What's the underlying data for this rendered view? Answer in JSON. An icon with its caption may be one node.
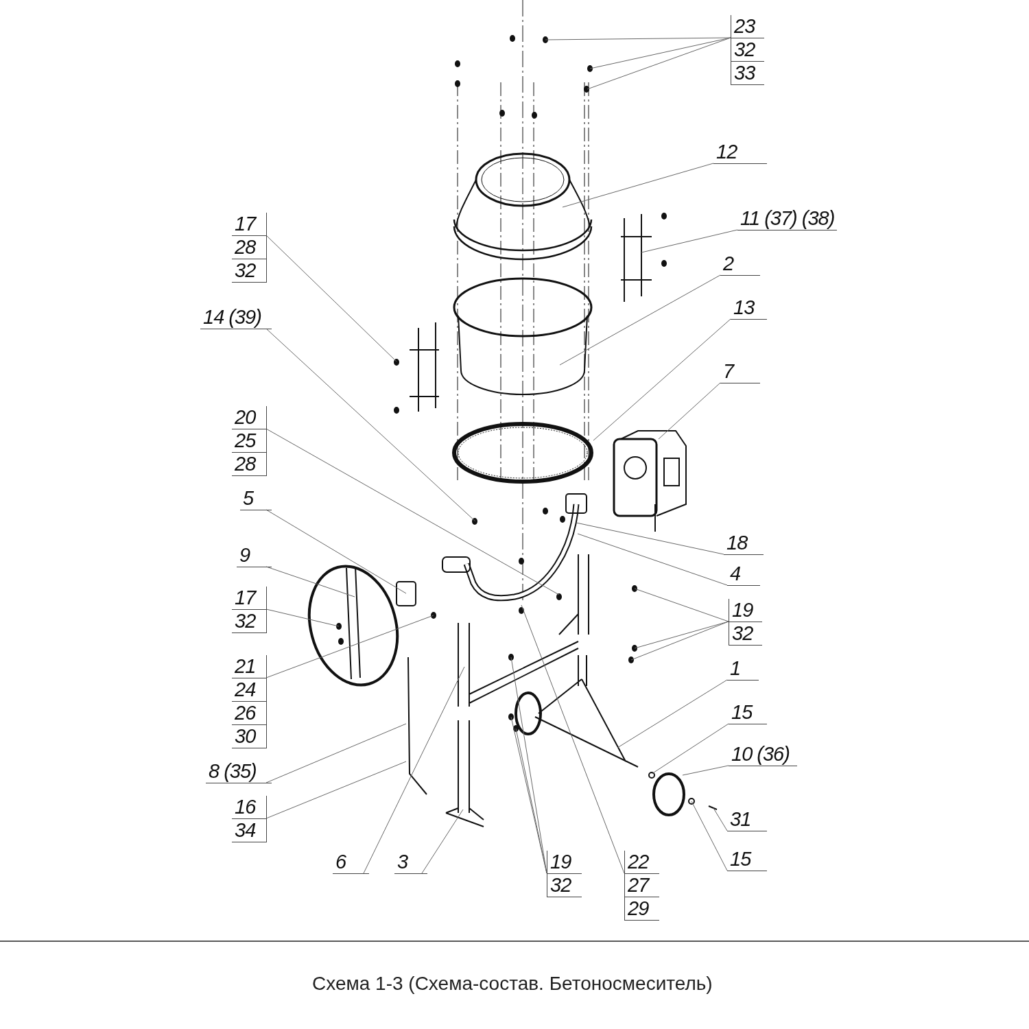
{
  "diagram": {
    "caption": "Схема 1-3 (Схема-состав. Бетоносмеситель)",
    "nodes": [
      {
        "text": [
          "23",
          "32",
          "33"
        ]
      },
      {
        "text": [
          "12"
        ]
      },
      {
        "text": [
          "11 (37) (38)"
        ]
      },
      {
        "text": [
          "2"
        ]
      },
      {
        "text": [
          "13"
        ]
      },
      {
        "text": [
          "7"
        ]
      },
      {
        "text": [
          "18"
        ]
      },
      {
        "text": [
          "4"
        ]
      },
      {
        "text": [
          "19",
          "32"
        ]
      },
      {
        "text": [
          "1"
        ]
      },
      {
        "text": [
          "15"
        ]
      },
      {
        "text": [
          "10 (36)"
        ]
      },
      {
        "text": [
          "31"
        ]
      },
      {
        "text": [
          "15"
        ]
      },
      {
        "text": [
          "22",
          "27",
          "29"
        ]
      },
      {
        "text": [
          "19",
          "32"
        ]
      },
      {
        "text": [
          "3"
        ]
      },
      {
        "text": [
          "6"
        ]
      },
      {
        "text": [
          "16",
          "34"
        ]
      },
      {
        "text": [
          "8 (35)"
        ]
      },
      {
        "text": [
          "21",
          "24",
          "26",
          "30"
        ]
      },
      {
        "text": [
          "17",
          "32"
        ]
      },
      {
        "text": [
          "9"
        ]
      },
      {
        "text": [
          "5"
        ]
      },
      {
        "text": [
          "20",
          "25",
          "28"
        ]
      },
      {
        "text": [
          "14 (39)"
        ]
      },
      {
        "text": [
          "17",
          "28",
          "32"
        ]
      }
    ],
    "edges": [
      {
        "from": 0,
        "to": null,
        "arrow": "none"
      },
      {
        "from": 0,
        "to": null,
        "arrow": "none"
      },
      {
        "from": 0,
        "to": null,
        "arrow": "none"
      },
      {
        "from": 1,
        "to": null,
        "arrow": "none"
      },
      {
        "from": 2,
        "to": null,
        "arrow": "none"
      },
      {
        "from": 3,
        "to": null,
        "arrow": "none"
      },
      {
        "from": 4,
        "to": null,
        "arrow": "none"
      },
      {
        "from": 5,
        "to": null,
        "arrow": "none"
      },
      {
        "from": 6,
        "to": null,
        "arrow": "none"
      },
      {
        "from": 7,
        "to": null,
        "arrow": "none"
      },
      {
        "from": 8,
        "to": null,
        "arrow": "none"
      },
      {
        "from": 8,
        "to": null,
        "arrow": "none"
      },
      {
        "from": 8,
        "to": null,
        "arrow": "none"
      },
      {
        "from": 9,
        "to": null,
        "arrow": "none"
      },
      {
        "from": 10,
        "to": null,
        "arrow": "none"
      },
      {
        "from": 11,
        "to": null,
        "arrow": "none"
      },
      {
        "from": 12,
        "to": null,
        "arrow": "none"
      },
      {
        "from": 13,
        "to": null,
        "arrow": "none"
      },
      {
        "from": 14,
        "to": null,
        "arrow": "none"
      },
      {
        "from": 15,
        "to": null,
        "arrow": "none"
      },
      {
        "from": 15,
        "to": null,
        "arrow": "none"
      },
      {
        "from": 15,
        "to": null,
        "arrow": "none"
      },
      {
        "from": 16,
        "to": null,
        "arrow": "none"
      },
      {
        "from": 17,
        "to": null,
        "arrow": "none"
      },
      {
        "from": 18,
        "to": null,
        "arrow": "none"
      },
      {
        "from": 19,
        "to": null,
        "arrow": "none"
      },
      {
        "from": 20,
        "to": null,
        "arrow": "none"
      },
      {
        "from": 21,
        "to": null,
        "arrow": "none"
      },
      {
        "from": 22,
        "to": null,
        "arrow": "none"
      },
      {
        "from": 23,
        "to": null,
        "arrow": "none"
      },
      {
        "from": 24,
        "to": null,
        "arrow": "none"
      },
      {
        "from": 25,
        "to": null,
        "arrow": "none"
      },
      {
        "from": 26,
        "to": null,
        "arrow": "none"
      }
    ]
  }
}
